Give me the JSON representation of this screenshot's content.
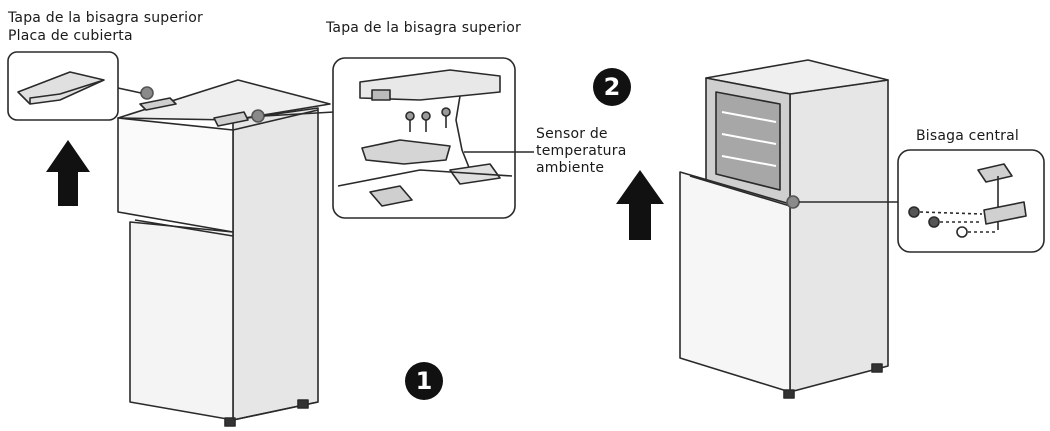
{
  "labels": {
    "top_left_line1": "Tapa de la bisagra superior",
    "top_left_line2": "Placa de cubierta",
    "top_center": "Tapa de la bisagra superior",
    "sensor_line1": "Sensor de",
    "sensor_line2": "temperatura",
    "sensor_line3": "ambiente",
    "central_hinge": "Bisaga central"
  },
  "steps": {
    "step1": "1",
    "step2": "2"
  },
  "icons": {
    "arrow": "up-arrow-icon",
    "callout": "detail-callout"
  },
  "colors": {
    "line": "#2a2a2a",
    "panel": "#f2f2f2",
    "panel_dark": "#d9d9d9",
    "badge": "#111111"
  }
}
